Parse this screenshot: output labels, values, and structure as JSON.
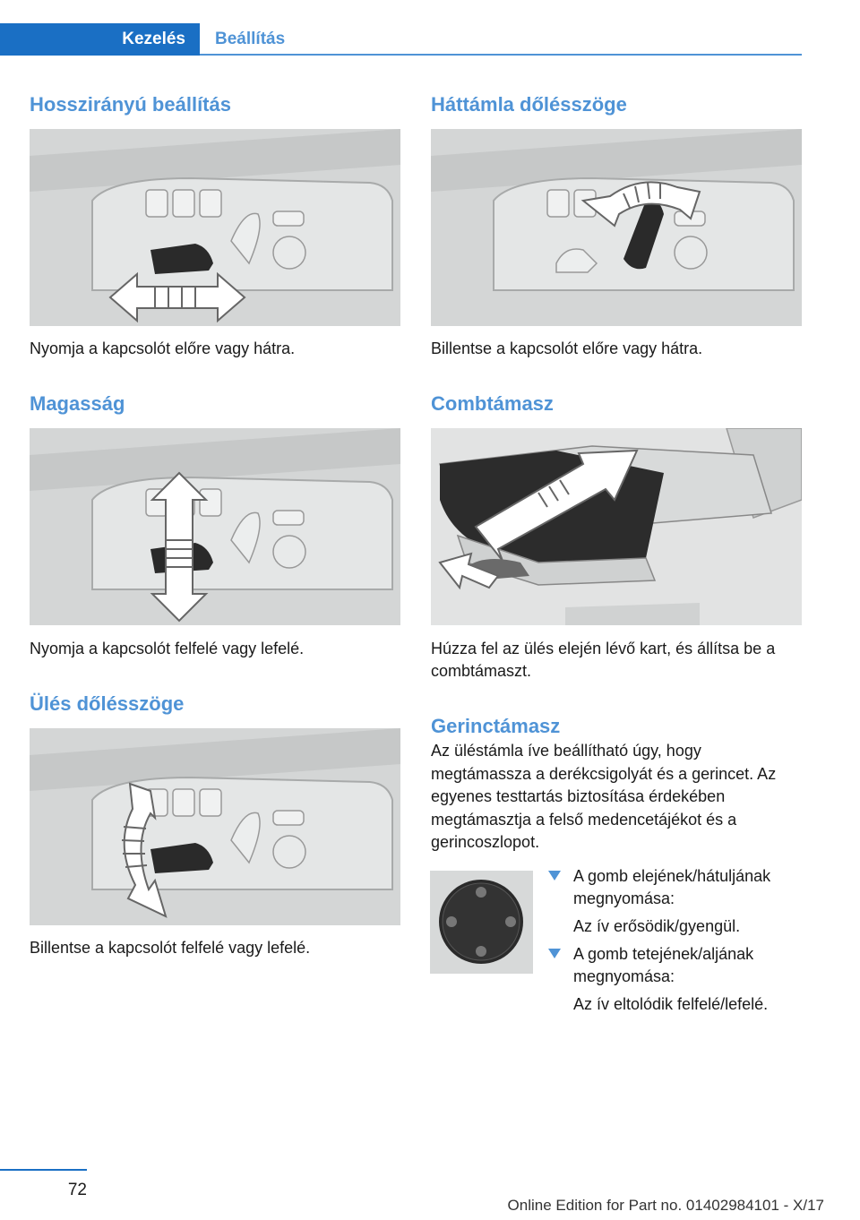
{
  "header": {
    "tab_active": "Kezelés",
    "tab_inactive": "Beállítás",
    "accent_color": "#1a6fc4",
    "accent_light_color": "#4f93d6"
  },
  "left_column": {
    "section1": {
      "heading": "Hosszirányú beállítás",
      "caption": "Nyomja a kapcsolót előre vagy hátra."
    },
    "section2": {
      "heading": "Magasság",
      "caption": "Nyomja a kapcsolót felfelé vagy lefelé."
    },
    "section3": {
      "heading": "Ülés dőlésszöge",
      "caption": "Billentse a kapcsolót felfelé vagy lefelé."
    }
  },
  "right_column": {
    "section1": {
      "heading": "Háttámla dőlésszöge",
      "caption": "Billentse a kapcsolót előre vagy hátra."
    },
    "section2": {
      "heading": "Combtámasz",
      "caption": "Húzza fel az ülés elején lévő kart, és állítsa be a combtámaszt."
    },
    "section3": {
      "heading": "Gerinctámasz",
      "body": "Az üléstámla íve beállítható úgy, hogy megtámassza a derékcsigolyát és a gerincet. Az egyenes testtartás biztosítása érdekében megtámasztja a felső medencetájékot és a gerincoszlopot.",
      "list": [
        {
          "main": "A gomb elejének/hátuljának megnyomása:",
          "sub": "Az ív erősödik/gyengül."
        },
        {
          "main": "A gomb tetejének/aljának megnyomása:",
          "sub": "Az ív eltolódik felfelé/lefelé."
        }
      ]
    }
  },
  "footer": {
    "page_number": "72",
    "edition": "Online Edition for Part no. 01402984101 - X/17"
  }
}
